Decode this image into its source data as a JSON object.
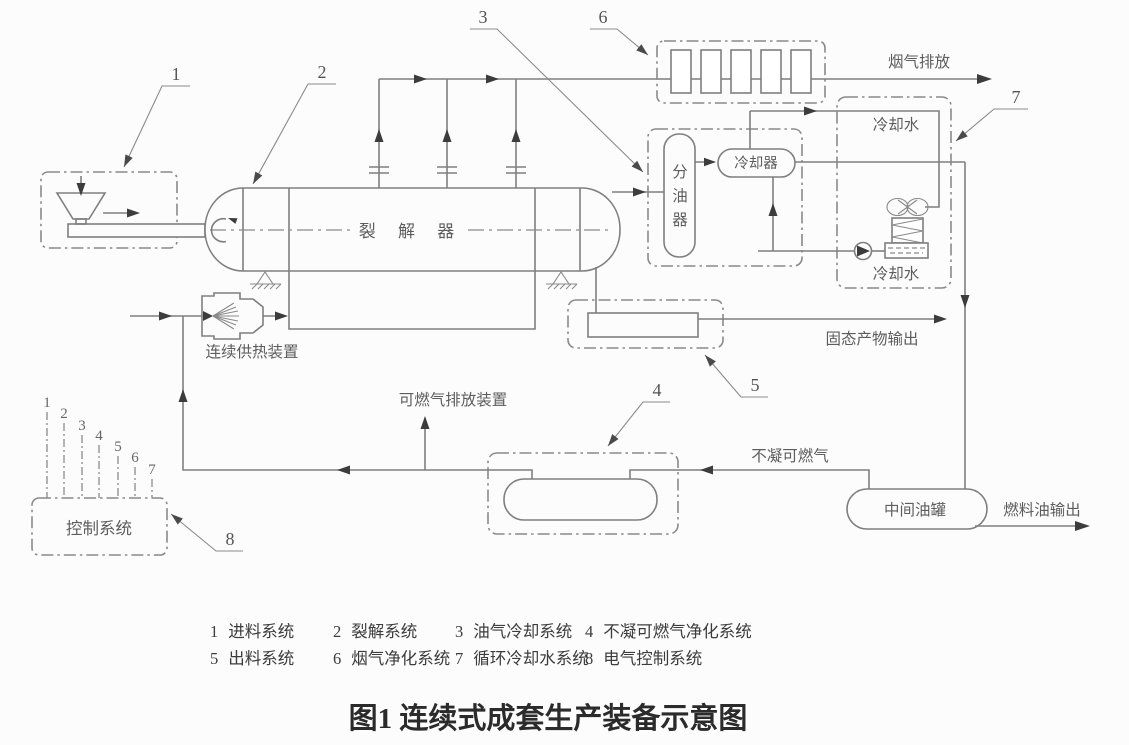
{
  "title": "图1 连续式成套生产装备示意图",
  "colors": {
    "line": "#7f7f7f",
    "arrow": "#3c3c3c",
    "label_text": "#5d5d5d",
    "legend_text": "#3c3c3c",
    "title_text": "#2b2b2b",
    "background": "#fcfcfc"
  },
  "equipment": {
    "reactor": "裂 解 器",
    "heater": "连续供热装置",
    "separator": [
      "分",
      "油",
      "器"
    ],
    "cooler": "冷却器",
    "cooling_water_top": "冷却水",
    "cooling_water_bottom": "冷却水",
    "tank": "中间油罐",
    "control": "控制系统"
  },
  "streams": {
    "flue_gas_out": "烟气排放",
    "solid_product_out": "固态产物输出",
    "vent_device": "可燃气排放装置",
    "non_condensable_gas": "不凝可燃气",
    "fuel_oil_out": "燃料油输出"
  },
  "callouts": {
    "c1": "1",
    "c2": "2",
    "c3": "3",
    "c4": "4",
    "c5": "5",
    "c6": "6",
    "c7": "7",
    "c8": "8"
  },
  "control_inputs": [
    "1",
    "2",
    "3",
    "4",
    "5",
    "6",
    "7"
  ],
  "legend": [
    {
      "num": "1",
      "label": "进料系统"
    },
    {
      "num": "2",
      "label": "裂解系统"
    },
    {
      "num": "3",
      "label": "油气冷却系统"
    },
    {
      "num": "4",
      "label": "不凝可燃气净化系统"
    },
    {
      "num": "5",
      "label": "出料系统"
    },
    {
      "num": "6",
      "label": "烟气净化系统"
    },
    {
      "num": "7",
      "label": "循环冷却水系统"
    },
    {
      "num": "8",
      "label": "电气控制系统"
    }
  ]
}
